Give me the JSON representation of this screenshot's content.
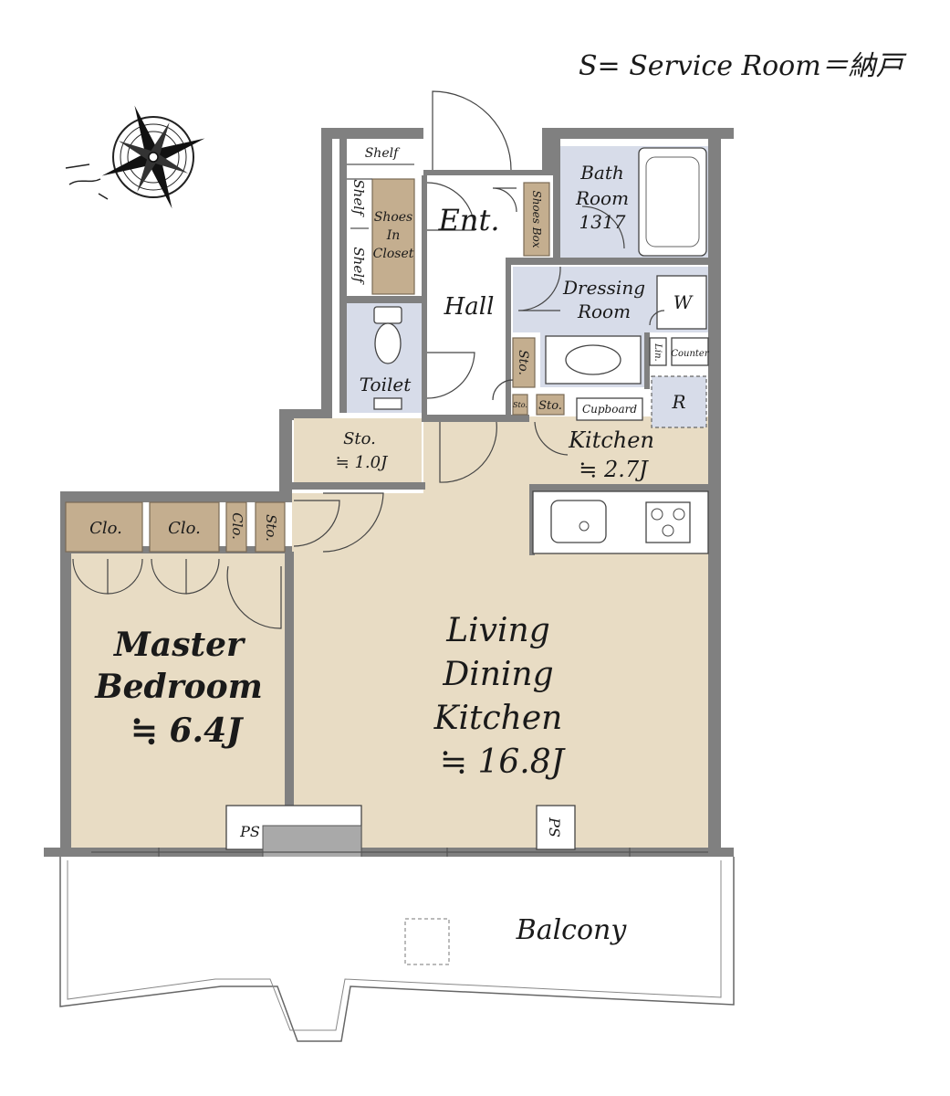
{
  "legend": "S= Service Room＝納戸",
  "rooms": {
    "entrance": "Ent.",
    "hall": "Hall",
    "bath": [
      "Bath",
      "Room",
      "1317"
    ],
    "dressing": [
      "Dressing",
      "Room"
    ],
    "washer": "W",
    "linen": "Lin.",
    "counter": "Counter",
    "toilet": "Toilet",
    "shelf_top": "Shelf",
    "shelf_left": "Shelf",
    "shelf_bottom": "Shelf",
    "shoes_closet": [
      "Shoes",
      "In",
      "Closet"
    ],
    "shoes_box": "Shoes Box",
    "sto_dressing": "Sto.",
    "sto_small": "Sto.",
    "sto_kitchen": "Sto.",
    "cupboard": "Cupboard",
    "fridge": "R",
    "kitchen": [
      "Kitchen",
      "≒ 2.7J"
    ],
    "sto_hall": [
      "Sto.",
      "≒ 1.0J"
    ],
    "clo_1": "Clo.",
    "clo_2": "Clo.",
    "clo_3": "Clo.",
    "sto_bed": "Sto.",
    "bedroom": [
      "Master",
      "Bedroom",
      "≒ 6.4J"
    ],
    "ldk": [
      "Living",
      "Dining",
      "Kitchen",
      "≒ 16.8J"
    ],
    "ps_left": "PS",
    "ps_right": "PS",
    "balcony": "Balcony"
  },
  "compass": {
    "icon": "compass-rose-icon"
  },
  "colors": {
    "wall": "#808080",
    "living": "#e8dcc4",
    "storage": "#c4ae8f",
    "wet_area": "#d7dce9"
  }
}
